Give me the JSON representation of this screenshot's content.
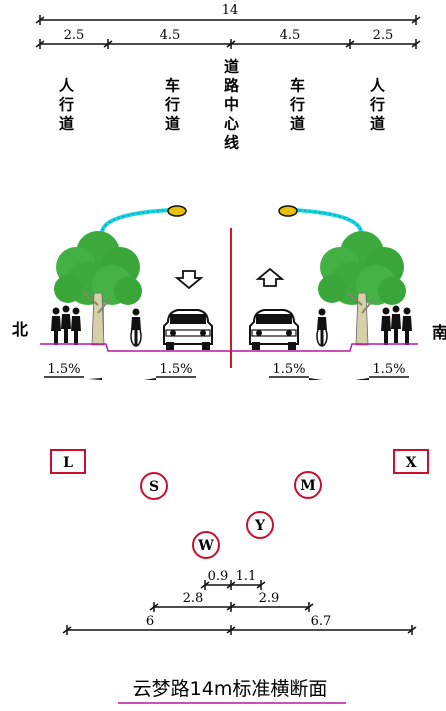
{
  "dimensions": {
    "total": "14",
    "segments": [
      "2.5",
      "4.5",
      "4.5",
      "2.5"
    ]
  },
  "vertical_labels": {
    "left_sidewalk": "人行道",
    "left_carriageway": "车行道",
    "center_line": "道路中心线",
    "right_carriageway": "车行道",
    "right_sidewalk": "人行道"
  },
  "directions": {
    "left": "北",
    "right": "南"
  },
  "slopes": [
    "1.5%",
    "1.5%",
    "1.5%",
    "1.5%"
  ],
  "markers": {
    "L": "L",
    "X": "X",
    "S": "S",
    "M": "M",
    "Y": "Y",
    "W": "W"
  },
  "pipe_dimensions": {
    "row1": [
      "0.9",
      "1.1"
    ],
    "row2": [
      "2.8",
      "2.9"
    ],
    "row3": [
      "6",
      "6.7"
    ]
  },
  "title": "云梦路14m标准横断面",
  "colors": {
    "line": "#111111",
    "center_line": "#d11a1a",
    "marker_red": "#c8102e",
    "lamp_pole": "#19d3e0",
    "tree_green": "#3caa3c",
    "trunk": "#d6d0a8",
    "ground": "#b5179e",
    "title_underline": "#b5179e"
  },
  "icons": [
    "streetlight-icon",
    "tree-icon",
    "pedestrian-icon",
    "cyclist-icon",
    "car-icon",
    "arrow-down-icon",
    "arrow-up-icon"
  ]
}
